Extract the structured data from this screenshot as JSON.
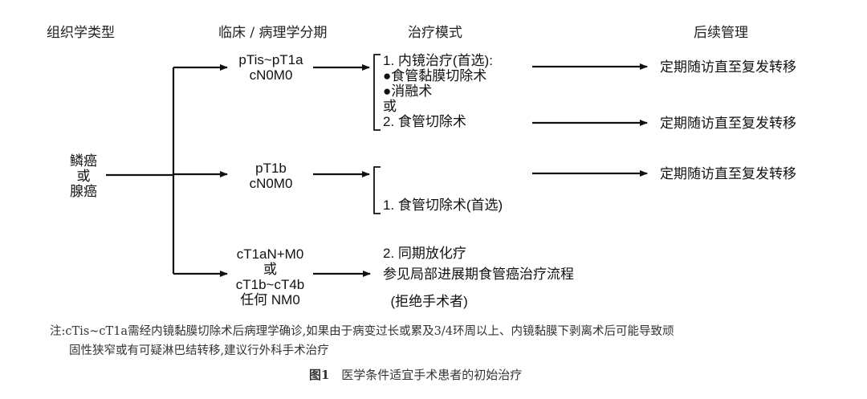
{
  "headers": {
    "histology": "组织学类型",
    "stage": "临床 / 病理学分期",
    "treatment": "治疗模式",
    "followup": "后续管理"
  },
  "histology": [
    "鳞癌",
    "或",
    "腺癌"
  ],
  "branch1": {
    "stage": [
      "pTis~pT1a",
      "cN0M0"
    ],
    "treatment": [
      "1. 内镜治疗(首选):",
      "●食管黏膜切除术",
      "●消融术",
      "或",
      "2. 食管切除术"
    ],
    "followup_a": "定期随访直至复发转移",
    "followup_b": "定期随访直至复发转移"
  },
  "branch2": {
    "stage": [
      "pT1b",
      "cN0M0"
    ],
    "treatment": [
      "1. 食管切除术(首选)",
      "2. 同期放化疗",
      "  (拒绝手术者)"
    ],
    "followup": "定期随访直至复发转移"
  },
  "branch3": {
    "stage": [
      "cT1aN+M0",
      "或",
      "cT1b~cT4b",
      "任何 NM0"
    ],
    "treatment": "参见局部进展期食管癌治疗流程"
  },
  "note": {
    "line1": "注:cTis~cT1a需经内镜黏膜切除术后病理学确诊,如果由于病变过长或累及3/4环周以上、内镜黏膜下剥离术后可能导致顽",
    "line2": "固性狭窄或有可疑淋巴结转移,建议行外科手术治疗"
  },
  "caption": {
    "label": "图1",
    "text": "医学条件适宜手术患者的初始治疗"
  }
}
